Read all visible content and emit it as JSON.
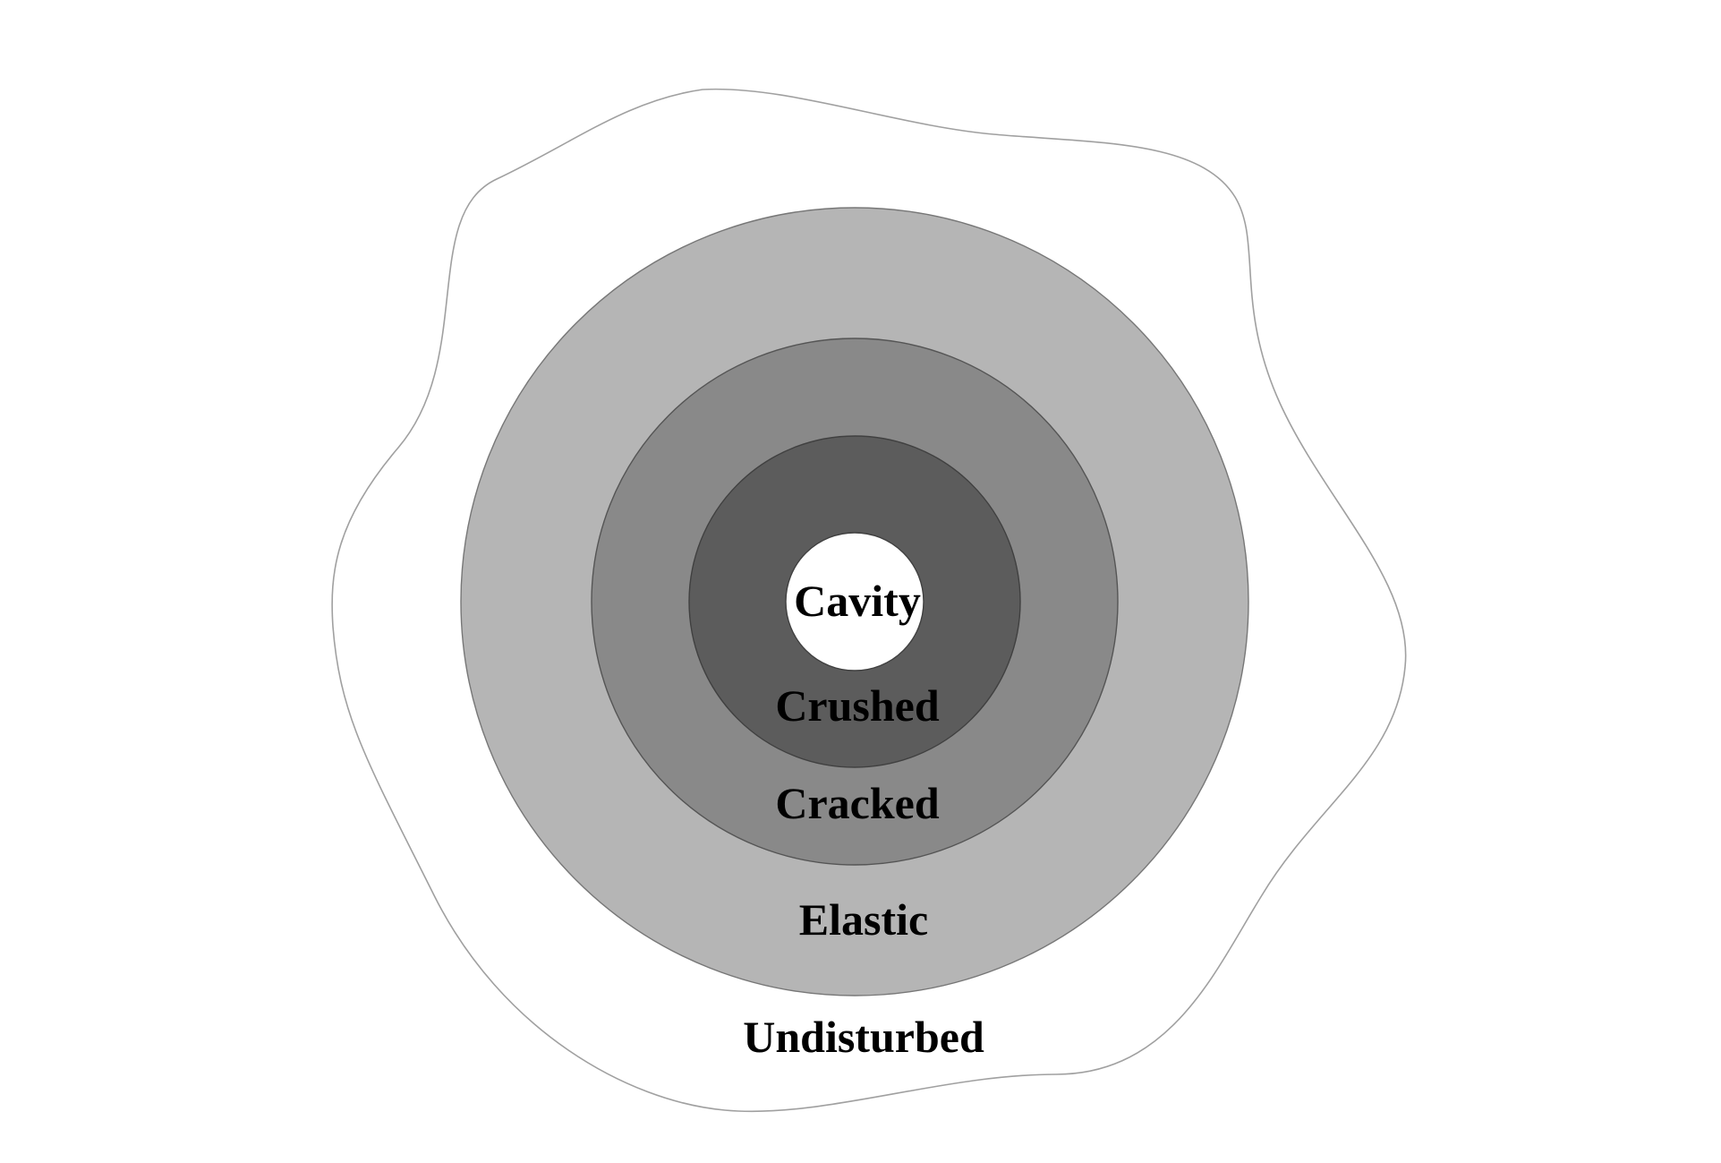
{
  "diagram": {
    "zones": [
      {
        "id": "undisturbed",
        "label": "Undisturbed",
        "color": "#ffffff",
        "outline": "#a0a0a0"
      },
      {
        "id": "elastic",
        "label": "Elastic",
        "color": "#b5b5b5",
        "outline": "#777777"
      },
      {
        "id": "cracked",
        "label": "Cracked",
        "color": "#898989",
        "outline": "#555555"
      },
      {
        "id": "crushed",
        "label": "Crushed",
        "color": "#5c5c5c",
        "outline": "#404040"
      },
      {
        "id": "cavity",
        "label": "Cavity",
        "color": "#ffffff",
        "outline": "#404040"
      }
    ]
  }
}
